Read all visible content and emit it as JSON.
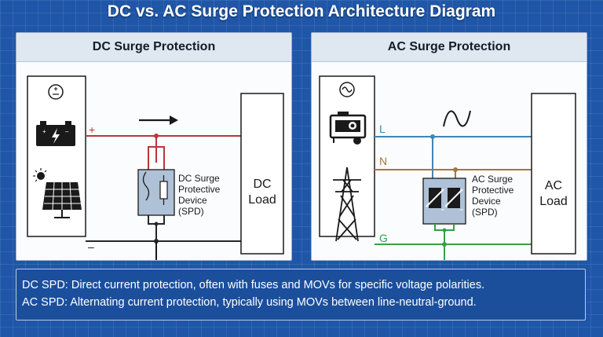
{
  "title": "DC vs. AC Surge Protection Architecture Diagram",
  "dc": {
    "header": "DC Surge Protection",
    "polarity_plus": "+",
    "polarity_minus": "–",
    "spd_label": [
      "DC Surge",
      "Protective",
      "Device",
      "(SPD)"
    ],
    "load_label": [
      "DC",
      "Load"
    ],
    "colors": {
      "positive": "#b8373a",
      "negative": "#262626"
    }
  },
  "ac": {
    "header": "AC Surge Protection",
    "line_l": "L",
    "line_n": "N",
    "line_g": "G",
    "spd_label": [
      "AC Surge",
      "Protective",
      "Device",
      "(SPD)"
    ],
    "load_label": [
      "AC",
      "Load"
    ],
    "colors": {
      "line": "#3f86b6",
      "neutral": "#a5763f",
      "ground": "#36a04a"
    }
  },
  "footer": {
    "line1": "DC SPD: Direct current protection, often with fuses and MOVs for specific voltage polarities.",
    "line2": "AC SPD: Alternating current protection, typically using MOVs between line-neutral-ground."
  }
}
